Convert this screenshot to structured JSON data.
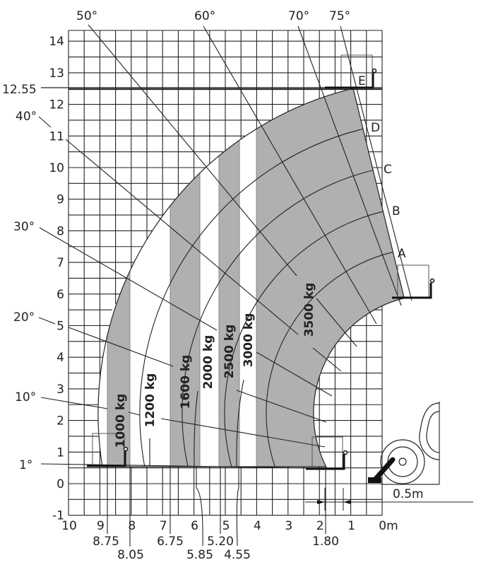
{
  "title": "Telehandler load chart",
  "colors": {
    "load_zone": "#b0b0b0",
    "line": "#222222",
    "background": "#ffffff"
  },
  "axes": {
    "x_ticks": [
      "10",
      "9",
      "8",
      "7",
      "6",
      "5",
      "4",
      "3",
      "2",
      "1",
      "0m"
    ],
    "y_ticks": [
      "14",
      "13",
      "12",
      "11",
      "10",
      "9",
      "8",
      "7",
      "6",
      "5",
      "4",
      "3",
      "2",
      "1",
      "0",
      "-1"
    ],
    "max_height_label": "12.55"
  },
  "angles": [
    "50°",
    "60°",
    "70°",
    "75°",
    "40°",
    "30°",
    "20°",
    "10°",
    "1°"
  ],
  "extension_marks": [
    "A",
    "B",
    "C",
    "D",
    "E"
  ],
  "loads": [
    "1000 kg",
    "1200 kg",
    "1600 kg",
    "2000 kg",
    "2500 kg",
    "3000 kg",
    "3500 kg"
  ],
  "reach_marks": [
    "8.75",
    "8.05",
    "6.75",
    "5.85",
    "5.20",
    "4.55",
    "1.80"
  ],
  "offset_label": "0.5m"
}
